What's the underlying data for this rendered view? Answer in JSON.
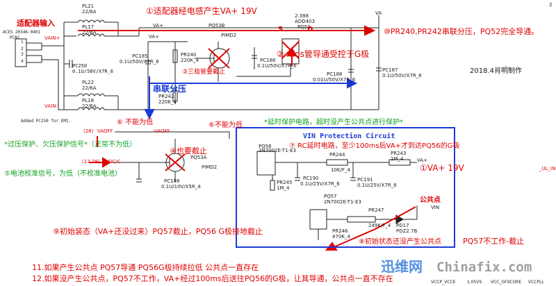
{
  "title_top": "①适配器经电感产生VA+ 19V",
  "adapter_input": "适配器输入",
  "connector": {
    "ref": "ACES 20346-0401",
    "name": "PCN1",
    "pins": [
      "1",
      "2",
      "3",
      "4"
    ]
  },
  "nets": {
    "vain_plus": "VAIN+",
    "vain_minus": "VAIN-",
    "va_plus": "VA+",
    "va": "VA",
    "pimd2": "PIMD2",
    "va_plus2": "VA+"
  },
  "inductors": [
    {
      "ref": "PL21",
      "val": "22/6A"
    },
    {
      "ref": "PL17",
      "val": "22/6A"
    },
    {
      "ref": "PL22",
      "val": "22/6A"
    },
    {
      "ref": "PL18",
      "val": "22/6A"
    }
  ],
  "caps": {
    "pc250": "PC250",
    "pc250_val": "0.1U/50V/X7R_6",
    "pc185": "PC185",
    "pc185_val": "0.1U/50V/X7R_6",
    "pc186": "PC186",
    "pc186_val": "0.1U/50V/X7R_6",
    "pc188": "PC188",
    "pc188_val": "0.01U/50V/X7R_6",
    "pc187": "PC187",
    "pc187_val": "0.1U/50V/X7R_6"
  },
  "resistors": {
    "pr240": "PR240",
    "pr240_val": "220K_4",
    "pr242": "PR242",
    "pr242_val": "220K_4"
  },
  "transistors": {
    "pq53b": "PQ53B",
    "pq52": "PQ52",
    "pq52_part": "AOD403",
    "pq52_num": "2.388"
  },
  "labels_sd": {
    "s": "S",
    "d": "D",
    "g": "G"
  },
  "note_added": "Added PC250 for EMI.",
  "ann": {
    "a2": "② mos管导通受控于G极",
    "a3": "③三极管要截止",
    "a10": "⑩PR240,PR242串联分压，PQ52完全导通。",
    "series": "串联分压",
    "credit": "2018.4肖明制作",
    "a6a": "⑥ 不能为低",
    "a6b": "⑥不能为低",
    "delay": "*延时保护电路，超时没产生公共点进行保护*",
    "ovp": "*过压保护、欠压保护信号*（正常不为低）",
    "a4": "④也要截止",
    "a5": "⑤电池校准信号，为低（不校准电池）",
    "a7": "⑦ RC延时电路，至少100ms后VA+才到达PQ56的G极",
    "a1": "①VA+ 19V",
    "common": "公共点",
    "a9": "⑨初始装态（VA+还没过来）PQ57截止，PQ56 G极接地截止",
    "a8": "⑧初始状态还没产生公共点",
    "a8b": "PQ57不工作-截止",
    "l11": "11.如果产生公共点 PQ57导通 PQ56G极持续拉低 公共点一直存在",
    "l12": "12.如果没产生公共点，PQ57不工作，VA+经过100ms后送往PQ56的G极，让其导通，公共点一直不存在"
  },
  "vin_box": {
    "title": "VIN Protection Circuit",
    "pq56": "PQ56",
    "pq56_part": "2N7002E-T1-E3",
    "pq57": "PQ57",
    "pq57_part": "2N7002E-T1-E3",
    "pr244": "PR244",
    "pr244_val": "10K/F_4",
    "pr243": "PR243",
    "pr243_val": "1M_4",
    "pr245": "PR245",
    "pr245_val": "1M_4",
    "pc190": "PC190",
    "pc190_val": "0.1U/25V/X7R_6",
    "pc191": "PC191",
    "pc191_val": "0.1U/25V/X7R_6",
    "pr247": "PR247",
    "pr247_val": "249K/F_4",
    "pr246": "PR246",
    "pr246_val": "470K_4",
    "pd17": "PD17",
    "pd17_part": "PDZ2.7B",
    "vin": "VIN"
  },
  "bottom_left": {
    "vaoff": "VAOFF",
    "vaoff_num": "(28)",
    "vaoff_out": "-VAOFF",
    "dcoc": "DC/C",
    "dcoc_num": "(17,28)",
    "pq53a": "PQ53A",
    "pr254": "PIMD2",
    "pc189": "PC189",
    "pc189_val": "0.1U/10V/X5R_4"
  },
  "bottom_strip": {
    "a": "VCCP_VCCE",
    "b": "1.05VS",
    "c": "VCC_GFXCORE",
    "d": "VCCPLL"
  },
  "watermark": {
    "cn": "迅维网",
    "en": "Chinafix.com"
  },
  "edge_labels": {
    "ul": "_UL_IN",
    "r": "2"
  }
}
